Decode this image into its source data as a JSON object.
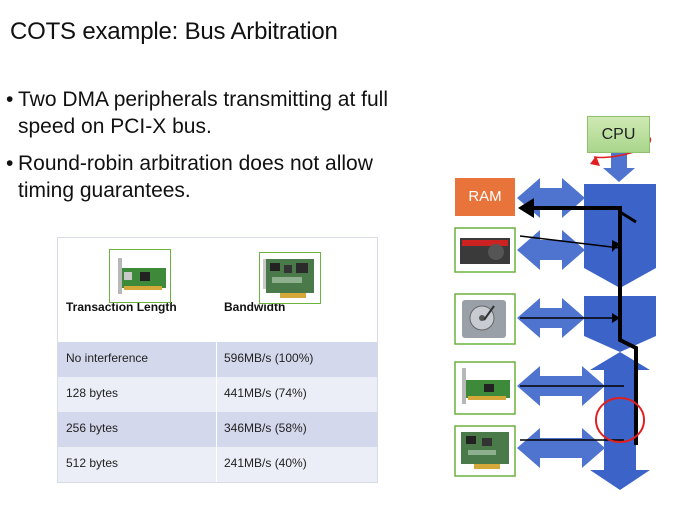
{
  "slide": {
    "title": "COTS example: Bus Arbitration",
    "bullets": [
      "Two DMA peripherals transmitting at full speed on PCI-X bus.",
      "Round-robin arbitration does not allow timing guarantees."
    ]
  },
  "table": {
    "headers": [
      "Transaction Length",
      "Bandwidth"
    ],
    "rows": [
      [
        "No interference",
        "596MB/s (100%)"
      ],
      [
        "128 bytes",
        "441MB/s (74%)"
      ],
      [
        "256 bytes",
        "346MB/s (58%)"
      ],
      [
        "512 bytes",
        "241MB/s (40%)"
      ]
    ]
  },
  "diagram": {
    "cpu_label": "CPU",
    "ram_label": "RAM",
    "colors": {
      "bus_blue": "#3c64c8",
      "bus_light": "#5a82dc",
      "cpu_green": "#b4dc96",
      "ram_orange": "#e8743b",
      "highlight_red": "#e02020",
      "thumb_border": "#6bb23e"
    }
  }
}
